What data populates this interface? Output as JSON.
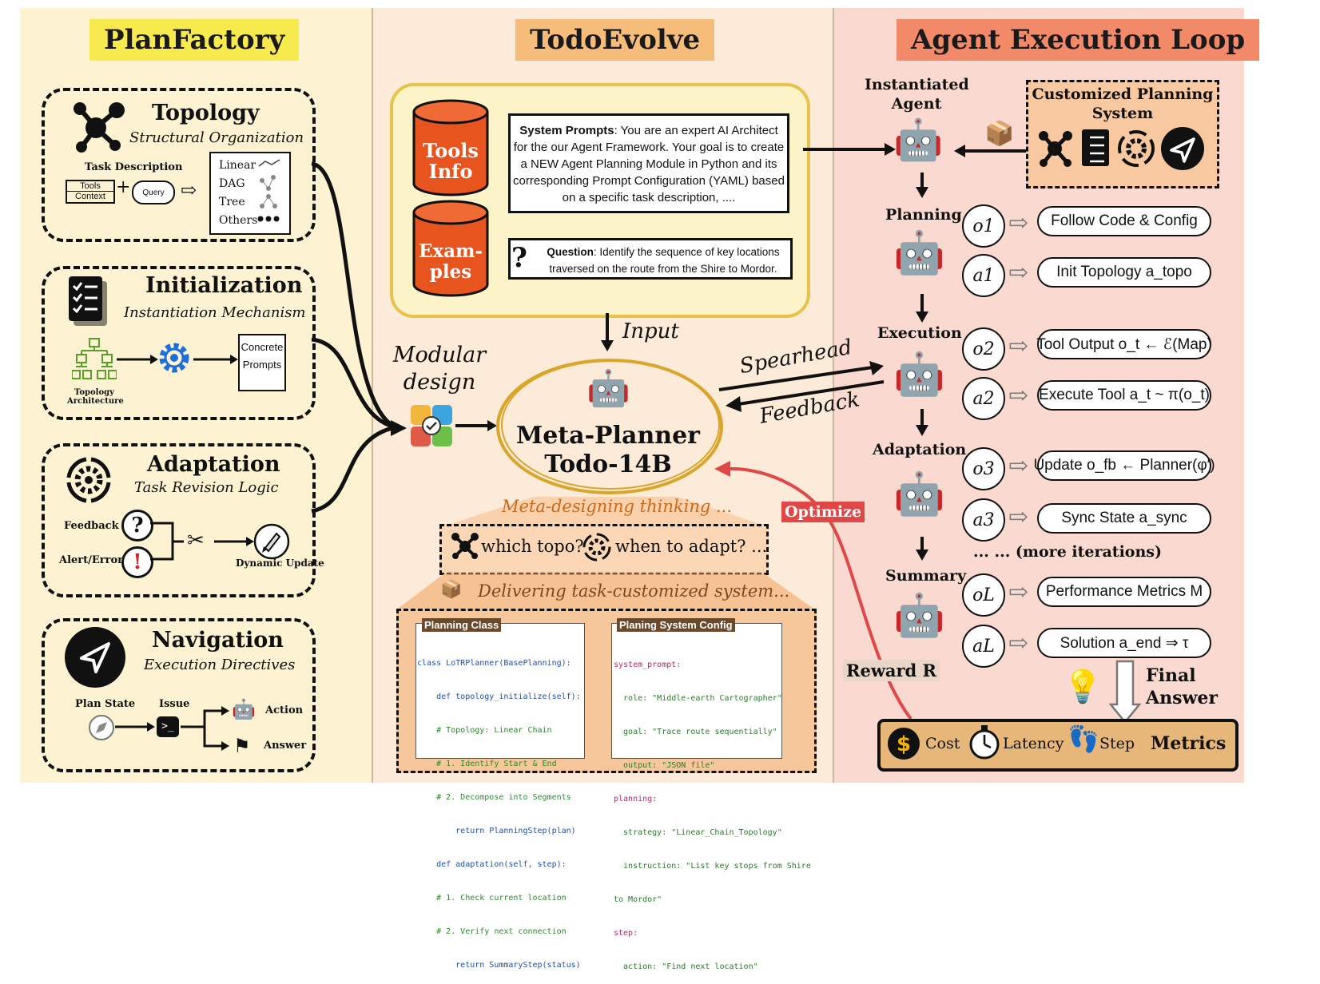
{
  "titles": {
    "left": "PlanFactory",
    "mid": "TodoEvolve",
    "right": "Agent Execution Loop"
  },
  "topology": {
    "title": "Topology",
    "subtitle": "Structural Organization",
    "task_desc": "Task Description",
    "tools": "Tools",
    "context": "Context",
    "plus": "+",
    "query": "Query",
    "types": [
      "Linear",
      "DAG",
      "Tree",
      "Others"
    ]
  },
  "initialization": {
    "title": "Initialization",
    "subtitle": "Instantiation Mechanism",
    "arch_label": "Topology Architecture",
    "prompts": "Concrete Prompts"
  },
  "adaptation": {
    "title": "Adaptation",
    "subtitle": "Task Revision Logic",
    "feedback": "Feedback",
    "alert": "Alert/Error",
    "dynamic": "Dynamic Update"
  },
  "navigation": {
    "title": "Navigation",
    "subtitle": "Execution Directives",
    "plan_state": "Plan State",
    "issue": "Issue",
    "action": "Action",
    "answer": "Answer"
  },
  "mid": {
    "tools_info": "Tools Info",
    "examples": "Exam-ples",
    "sys_label": "System Prompts",
    "sys_text": ": You are an expert AI Architect for the our Agent Framework. Your goal is to create a NEW Agent Planning Module in Python and its corresponding Prompt Configuration (YAML) based on a specific task description, ....",
    "q_label": "Question",
    "q_text": ": Identify the sequence of key locations traversed on the route from the Shire to Mordor.",
    "input": "Input",
    "modular": "Modular design",
    "meta1": "Meta-Planner",
    "meta2": "Todo-14B",
    "spearhead": "Spearhead",
    "feedback": "Feedback",
    "optimize": "Optimize",
    "meta_thinking": "Meta-designing thinking ...",
    "which_topo": "which topo?",
    "when_adapt": "when to adapt? ...",
    "delivering": "Delivering task-customized system...",
    "planning_class": "Planning Class",
    "planning_config": "Planing System Config",
    "code_lines": [
      "class LoTRPlanner(BasePlanning):",
      "    def topology_initialize(self):",
      "    # Topology: Linear Chain",
      "    # 1. Identify Start & End",
      "    # 2. Decompose into Segments",
      "        return PlanningStep(plan)",
      "    def adaptation(self, step):",
      "    # 1. Check current location",
      "    # 2. Verify next connection",
      "        return SummaryStep(status)"
    ],
    "config_lines": [
      "system_prompt:",
      "  role: \"Middle-earth Cartographer\"",
      "  goal: \"Trace route sequentially\"",
      "  output: \"JSON file\"",
      "planning:",
      "  strategy: \"Linear_Chain_Topology\"",
      "  instruction: \"List key stops from Shire",
      "to Mordor\"",
      "step:",
      "  action: \"Find next location\""
    ]
  },
  "right": {
    "instantiated": "Instantiated Agent",
    "customized": "Customized Planning System",
    "planning": "Planning",
    "execution": "Execution",
    "adaptation": "Adaptation",
    "summary": "Summary",
    "more": "... ... (more iterations)",
    "reward": "Reward R",
    "final": "Final Answer",
    "obs": [
      "o1",
      "a1",
      "o2",
      "a2",
      "o3",
      "a3",
      "oL",
      "aL"
    ],
    "pills": [
      "Follow Code & Config",
      "Init Topology a_topo",
      "Tool Output o_t ← ℰ(Map)",
      "Execute Tool a_t ~ π(o_t)",
      "Update o_fb ← Planner(φ′)",
      "Sync State a_sync",
      "Performance Metrics M",
      "Solution a_end ⇒ τ"
    ],
    "metrics": {
      "cost": "Cost",
      "latency": "Latency",
      "step": "Step",
      "label": "Metrics"
    }
  }
}
